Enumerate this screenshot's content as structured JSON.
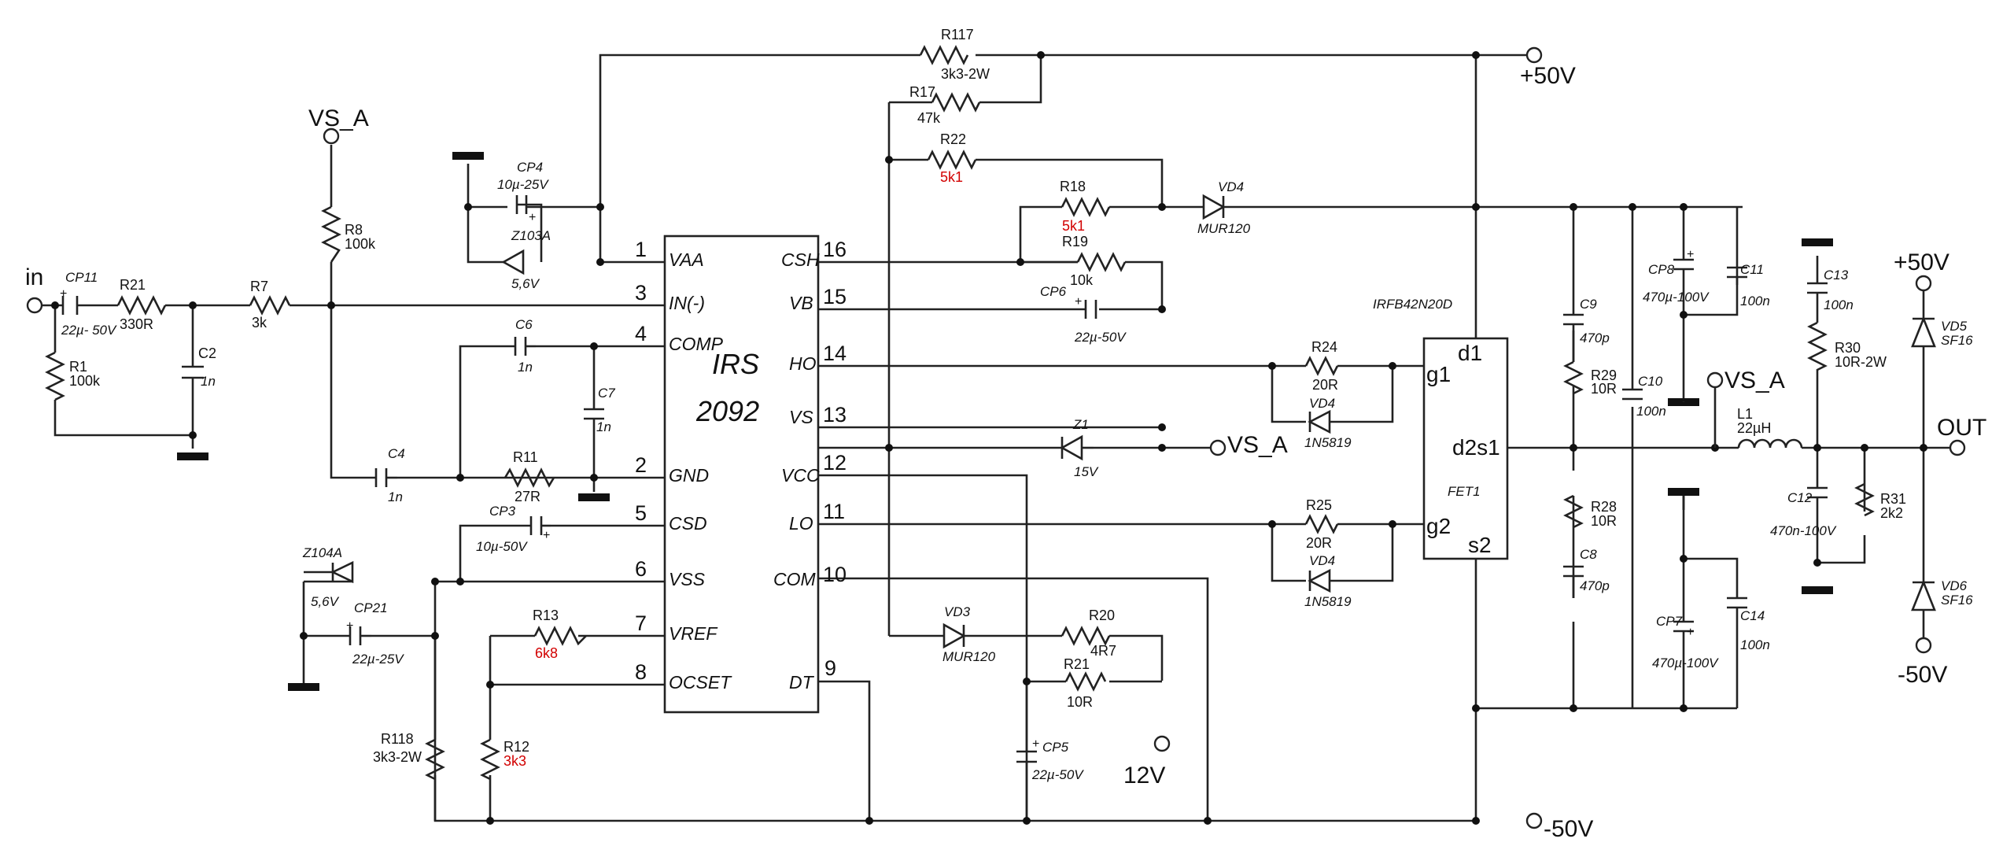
{
  "ic": {
    "name_line1": "IRS",
    "name_line2": "2092",
    "pins_left": [
      {
        "num": "1",
        "name": "VAA"
      },
      {
        "num": "3",
        "name": "IN(-)"
      },
      {
        "num": "4",
        "name": "COMP"
      },
      {
        "num": "2",
        "name": "GND"
      },
      {
        "num": "5",
        "name": "CSD"
      },
      {
        "num": "6",
        "name": "VSS"
      },
      {
        "num": "7",
        "name": "VREF"
      },
      {
        "num": "8",
        "name": "OCSET"
      }
    ],
    "pins_right": [
      {
        "num": "16",
        "name": "CSH"
      },
      {
        "num": "15",
        "name": "VB"
      },
      {
        "num": "14",
        "name": "HO"
      },
      {
        "num": "13",
        "name": "VS"
      },
      {
        "num": "12",
        "name": "VCC"
      },
      {
        "num": "11",
        "name": "LO"
      },
      {
        "num": "10",
        "name": "COM"
      },
      {
        "num": "9",
        "name": "DT"
      }
    ]
  },
  "fet": {
    "part": "IRFB42N20D",
    "name": "FET1",
    "d1": "d1",
    "g1": "g1",
    "d2s1": "d2s1",
    "g2": "g2",
    "s2": "s2"
  },
  "nets": {
    "in": "in",
    "vs_a_top": "VS_A",
    "vs_a_z1": "VS_A",
    "vs_a_right": "VS_A",
    "plus50_top": "+50V",
    "minus50_bottom": "-50V",
    "plus50_right": "+50V",
    "minus50_right": "-50V",
    "out": "OUT",
    "v12": "12V"
  },
  "components": {
    "CP11": {
      "ref": "CP11",
      "value": "22µ- 50V"
    },
    "R21a": {
      "ref": "R21",
      "value": "330R"
    },
    "R1": {
      "ref": "R1",
      "value": "100k"
    },
    "C2": {
      "ref": "C2",
      "value": "1n"
    },
    "R7": {
      "ref": "R7",
      "value": "3k"
    },
    "R8": {
      "ref": "R8",
      "value": "100k"
    },
    "CP4": {
      "ref": "CP4",
      "value": "10µ-25V"
    },
    "Z103A": {
      "ref": "Z103A",
      "value": "5,6V"
    },
    "C6": {
      "ref": "C6",
      "value": "1n"
    },
    "C7": {
      "ref": "C7",
      "value": "1n"
    },
    "C4": {
      "ref": "C4",
      "value": "1n"
    },
    "R11": {
      "ref": "R11",
      "value": "27R"
    },
    "CP3": {
      "ref": "CP3",
      "value": "10µ-50V"
    },
    "Z104A": {
      "ref": "Z104A",
      "value": "5,6V"
    },
    "CP21": {
      "ref": "CP21",
      "value": "22µ-25V"
    },
    "R13": {
      "ref": "R13",
      "value": "6k8"
    },
    "R118": {
      "ref": "R118",
      "value": "3k3-2W"
    },
    "R12": {
      "ref": "R12",
      "value": "3k3"
    },
    "R117": {
      "ref": "R117",
      "value": "3k3-2W"
    },
    "R17": {
      "ref": "R17",
      "value": "47k"
    },
    "R22": {
      "ref": "R22",
      "value": "5k1"
    },
    "R18": {
      "ref": "R18",
      "value": "5k1"
    },
    "VD4a": {
      "ref": "VD4",
      "value": "MUR120"
    },
    "R19": {
      "ref": "R19",
      "value": "10k"
    },
    "CP6": {
      "ref": "CP6",
      "value": "22µ-50V"
    },
    "Z1": {
      "ref": "Z1",
      "value": "15V"
    },
    "VD3": {
      "ref": "VD3",
      "value": "MUR120"
    },
    "R20": {
      "ref": "R20",
      "value": "4R7"
    },
    "R21b": {
      "ref": "R21",
      "value": "10R"
    },
    "CP5": {
      "ref": "CP5",
      "value": "22µ-50V"
    },
    "R24": {
      "ref": "R24",
      "value": "20R"
    },
    "VD4b": {
      "ref": "VD4",
      "value": "1N5819"
    },
    "R25": {
      "ref": "R25",
      "value": "20R"
    },
    "VD4c": {
      "ref": "VD4",
      "value": "1N5819"
    },
    "C9": {
      "ref": "C9",
      "value": "470p"
    },
    "R29": {
      "ref": "R29",
      "value": "10R"
    },
    "R28": {
      "ref": "R28",
      "value": "10R"
    },
    "C8": {
      "ref": "C8",
      "value": "470p"
    },
    "C10": {
      "ref": "C10",
      "value": "100n"
    },
    "CP8": {
      "ref": "CP8",
      "value": "470µ-100V"
    },
    "C11": {
      "ref": "C11",
      "value": "100n"
    },
    "CP7": {
      "ref": "CP7",
      "value": "470µ-100V"
    },
    "C14": {
      "ref": "C14",
      "value": "100n"
    },
    "L1": {
      "ref": "L1",
      "value": "22µH"
    },
    "C13": {
      "ref": "C13",
      "value": "100n"
    },
    "R30": {
      "ref": "R30",
      "value": "10R-2W"
    },
    "C12": {
      "ref": "C12",
      "value": "470n-100V"
    },
    "R31": {
      "ref": "R31",
      "value": "2k2"
    },
    "VD5": {
      "ref": "VD5",
      "value": "SF16"
    },
    "VD6": {
      "ref": "VD6",
      "value": "SF16"
    }
  },
  "colors": {
    "wire": "#222222",
    "highlight_value": "#d20000",
    "background": "#ffffff"
  }
}
